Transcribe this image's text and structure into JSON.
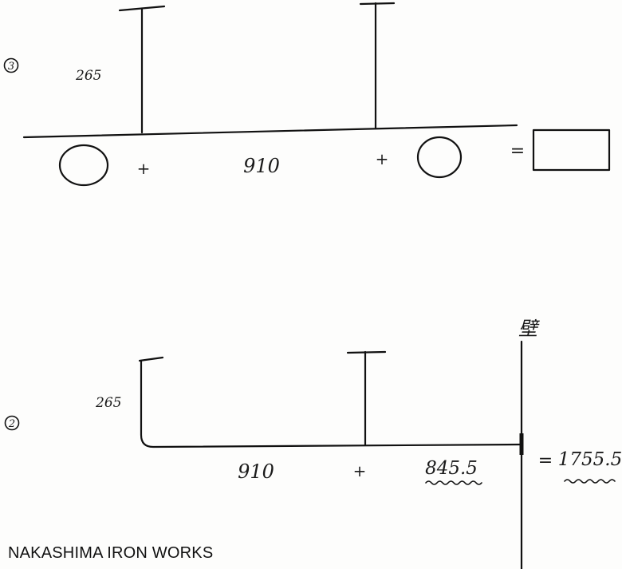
{
  "diagram3": {
    "marker": "3",
    "height_label": "265",
    "span_label": "910",
    "plus_left": "+",
    "plus_right": "+",
    "equals": "="
  },
  "diagram2": {
    "marker": "2",
    "height_label": "265",
    "span_label": "910",
    "plus": "+",
    "remainder_label": "845.5",
    "equals": "=",
    "total_label": "1755.5",
    "wall_label": "壁"
  },
  "footer": {
    "brand": "NAKASHIMA IRON WORKS"
  }
}
